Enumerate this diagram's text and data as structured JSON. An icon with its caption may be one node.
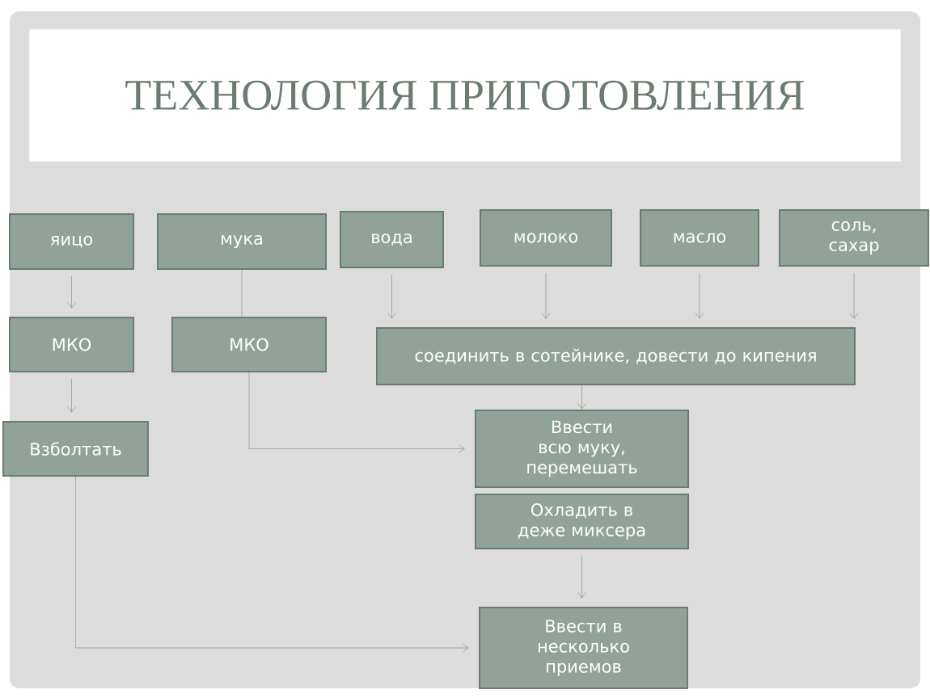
{
  "diagram": {
    "title": "ТЕХНОЛОГИЯ ПРИГОТОВЛЕНИЯ",
    "nodes": [
      {
        "text": [
          "яицо"
        ]
      },
      {
        "text": [
          "мука"
        ]
      },
      {
        "text": [
          "вода"
        ]
      },
      {
        "text": [
          "молоко"
        ]
      },
      {
        "text": [
          "масло"
        ]
      },
      {
        "text": [
          "соль, сахар"
        ]
      },
      {
        "text": [
          "МКО"
        ]
      },
      {
        "text": [
          "МКО"
        ]
      },
      {
        "text": [
          "соединить в сотейнике, довести до кипения"
        ]
      },
      {
        "text": [
          "Взболтать"
        ]
      },
      {
        "text": [
          "Ввести всю муку, перемешать"
        ]
      },
      {
        "text": [
          "Охладить в деже миксера"
        ]
      },
      {
        "text": [
          "Ввести в несколько приемов"
        ]
      }
    ],
    "edges": [
      {
        "from": 0,
        "to": 6,
        "arrow": "to"
      },
      {
        "from": 1,
        "to": 7,
        "arrow": "none"
      },
      {
        "from": 2,
        "to": 8,
        "arrow": "to"
      },
      {
        "from": 3,
        "to": 8,
        "arrow": "to"
      },
      {
        "from": 4,
        "to": 8,
        "arrow": "to"
      },
      {
        "from": 5,
        "to": 8,
        "arrow": "to"
      },
      {
        "from": 6,
        "to": 9,
        "arrow": "to"
      },
      {
        "from": 8,
        "to": 10,
        "arrow": "to"
      },
      {
        "from": 7,
        "to": 10,
        "arrow": "to"
      },
      {
        "from": 11,
        "to": 12,
        "arrow": "to"
      },
      {
        "from": 9,
        "to": 12,
        "arrow": "to"
      }
    ]
  }
}
